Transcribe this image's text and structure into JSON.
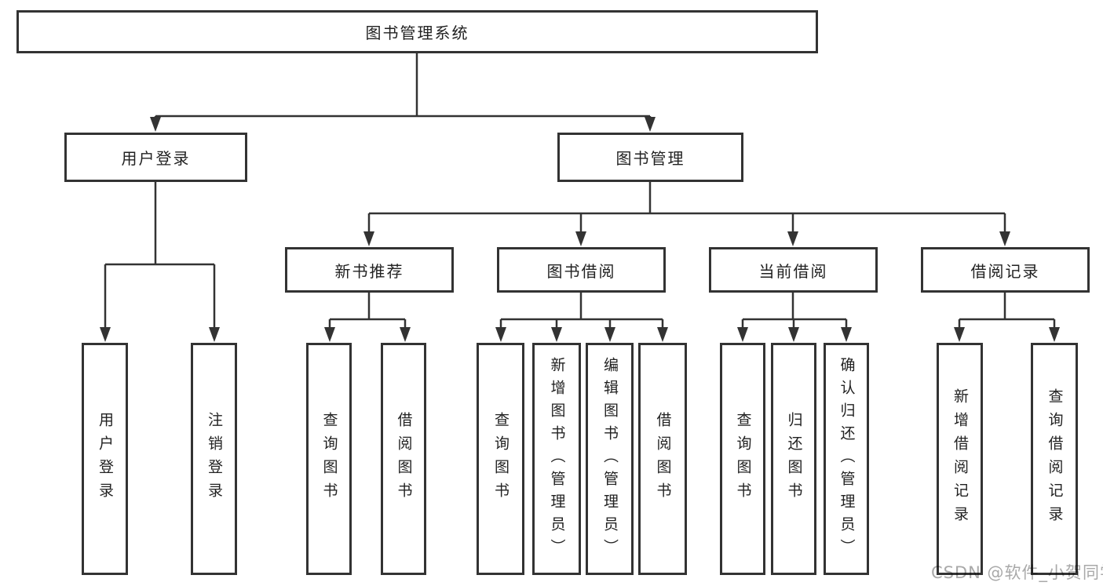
{
  "diagram": {
    "root": {
      "label": "图书管理系统"
    },
    "level2": [
      {
        "label": "用户登录"
      },
      {
        "label": "图书管理"
      }
    ],
    "level3": [
      {
        "label": "新书推荐"
      },
      {
        "label": "图书借阅"
      },
      {
        "label": "当前借阅"
      },
      {
        "label": "借阅记录"
      }
    ],
    "leaves": {
      "user_login": [
        {
          "label": "用户登录"
        },
        {
          "label": "注销登录"
        }
      ],
      "new_book": [
        {
          "label": "查询图书"
        },
        {
          "label": "借阅图书"
        }
      ],
      "book_borrow": [
        {
          "label": "查询图书"
        },
        {
          "label": "新增图书（管理员）"
        },
        {
          "label": "编辑图书（管理员）"
        },
        {
          "label": "借阅图书"
        }
      ],
      "current_borrow": [
        {
          "label": "查询图书"
        },
        {
          "label": "归还图书"
        },
        {
          "label": "确认归还（管理员）"
        }
      ],
      "borrow_record": [
        {
          "label": "新增借阅记录"
        },
        {
          "label": "查询借阅记录"
        }
      ]
    }
  },
  "watermark": {
    "text": "CSDN @软件_小贺同学"
  },
  "colors": {
    "line": "#333333",
    "text": "#222222",
    "watermark": "#a9a9a9",
    "background": "#ffffff"
  }
}
